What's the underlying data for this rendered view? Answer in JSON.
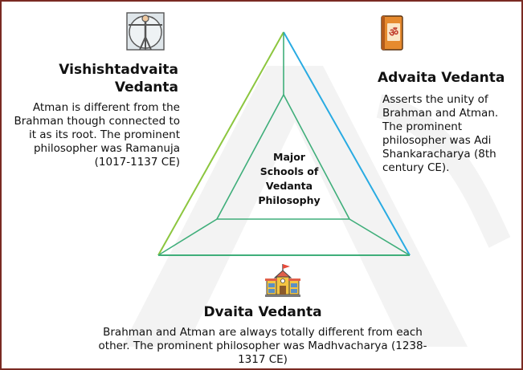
{
  "diagram": {
    "center_label": "Major Schools of Vedanta Philosophy",
    "colors": {
      "triangle_outer_left": "#8cc63f",
      "triangle_outer_right": "#29abe2",
      "triangle_inner": "#3fae7a",
      "border": "#7a2a22",
      "watermark": "#f1f1f1"
    },
    "schools": [
      {
        "id": "vishishtadvaita",
        "title": "Vishishtadvaita Vedanta",
        "description": "Atman is different from the Brahman though connected to it as its root. The prominent philosopher was Ramanuja (1017-1137 CE)",
        "icon": "vitruvian-man-icon"
      },
      {
        "id": "advaita",
        "title": "Advaita Vedanta",
        "description": "Asserts the unity of Brahman and Atman. The prominent philosopher was Adi Shankaracharya (8th century CE).",
        "icon": "om-book-icon"
      },
      {
        "id": "dvaita",
        "title": "Dvaita Vedanta",
        "description": "Brahman and Atman are always totally different from each other. The prominent philosopher was Madhvacharya (1238- 1317 CE)",
        "icon": "school-building-icon"
      }
    ]
  }
}
